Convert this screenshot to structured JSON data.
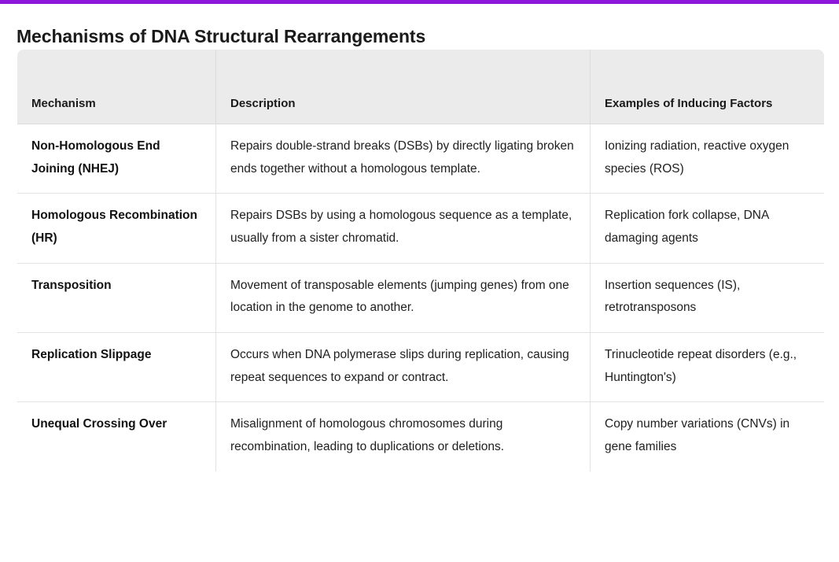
{
  "accent": {
    "color": "#8c16d9"
  },
  "page": {
    "title": "Mechanisms of DNA Structural Rearrangements"
  },
  "table": {
    "columns": [
      {
        "label": "Mechanism"
      },
      {
        "label": "Description"
      },
      {
        "label": "Examples of Inducing Factors"
      }
    ],
    "rows": [
      {
        "mechanism": "Non-Homologous End Joining (NHEJ)",
        "description": "Repairs double-strand breaks (DSBs) by directly ligating broken ends together without a homologous template.",
        "factors": "Ionizing radiation, reactive oxygen species (ROS)"
      },
      {
        "mechanism": "Homologous Recombination (HR)",
        "description": "Repairs DSBs by using a homologous sequence as a template, usually from a sister chromatid.",
        "factors": "Replication fork collapse, DNA damaging agents"
      },
      {
        "mechanism": "Transposition",
        "description": "Movement of transposable elements (jumping genes) from one location in the genome to another.",
        "factors": "Insertion sequences (IS), retrotransposons"
      },
      {
        "mechanism": "Replication Slippage",
        "description": "Occurs when DNA polymerase slips during replication, causing repeat sequences to expand or contract.",
        "factors": "Trinucleotide repeat disorders (e.g., Huntington's)"
      },
      {
        "mechanism": "Unequal Crossing Over",
        "description": "Misalignment of homologous chromosomes during recombination, leading to duplications or deletions.",
        "factors": "Copy number variations (CNVs) in gene families"
      }
    ]
  }
}
